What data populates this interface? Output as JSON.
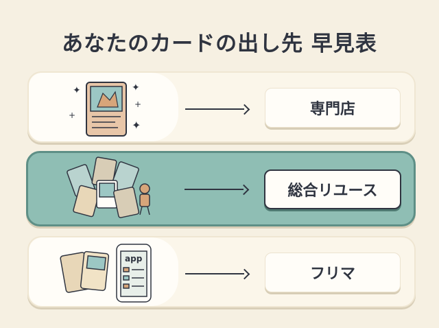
{
  "title": "あなたのカードの出し先 早見表",
  "rows": [
    {
      "destination": "専門店",
      "illustration": "holo-card-icon"
    },
    {
      "destination": "総合リユース",
      "illustration": "card-pile-icon"
    },
    {
      "destination": "フリマ",
      "illustration": "phone-app-icon",
      "app_label": "app"
    }
  ],
  "colors": {
    "background": "#f6f0e2",
    "highlight_row": "#8fbeb4",
    "text": "#2f3440"
  }
}
